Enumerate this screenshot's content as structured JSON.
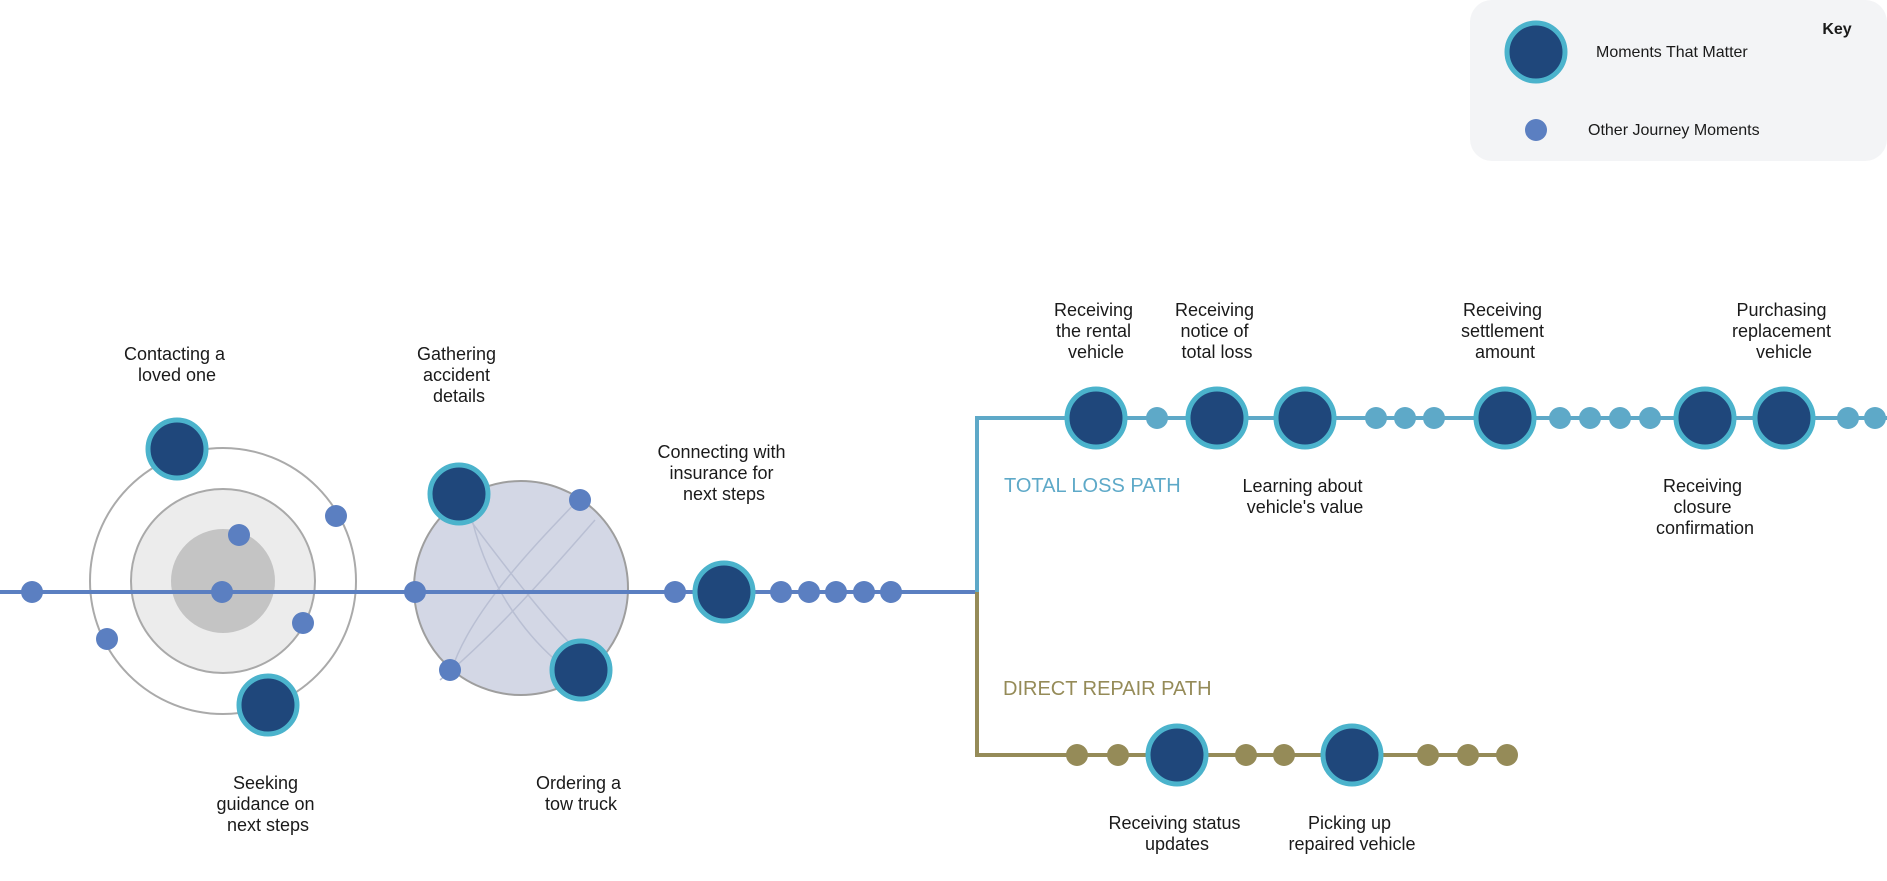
{
  "colors": {
    "main_line": "#5b7fc1",
    "total_loss": "#5ea9c8",
    "direct_repair": "#958b58",
    "moment_fill": "#1f477b",
    "moment_ring": "#4bb3cc",
    "minor_dot": "#5b7fc1",
    "key_bg": "#f3f4f6"
  },
  "key": {
    "title": "Key",
    "moments_that_matter": "Moments That Matter",
    "other_journey_moments": "Other Journey Moments"
  },
  "paths": {
    "total_loss": "TOTAL LOSS PATH",
    "direct_repair": "DIRECT REPAIR PATH"
  },
  "moments": {
    "contacting": [
      "Contacting a",
      "loved one"
    ],
    "seeking": [
      "Seeking",
      "guidance on",
      "next steps"
    ],
    "gathering": [
      "Gathering",
      "accident",
      "details"
    ],
    "ordering": [
      "Ordering a",
      "tow truck"
    ],
    "connecting": [
      "Connecting with",
      "insurance for",
      "next steps"
    ],
    "rental": [
      "Receiving",
      "the rental",
      "vehicle"
    ],
    "notice": [
      "Receiving",
      "notice of",
      "total loss"
    ],
    "learning": [
      "Learning about",
      "vehicle's value"
    ],
    "settlement": [
      "Receiving",
      "settlement",
      "amount"
    ],
    "closure": [
      "Receiving",
      "closure",
      "confirmation"
    ],
    "purchasing": [
      "Purchasing",
      "replacement",
      "vehicle"
    ],
    "status": [
      "Receiving status",
      "updates"
    ],
    "picking": [
      "Picking up",
      "repaired vehicle"
    ]
  }
}
